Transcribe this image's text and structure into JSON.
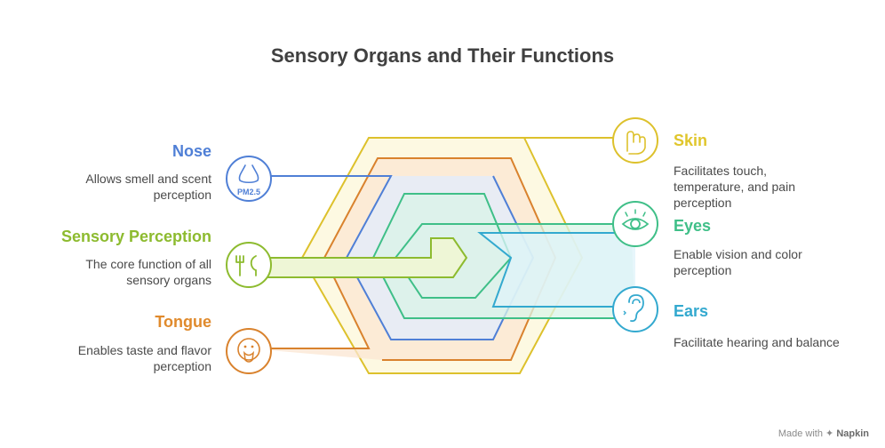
{
  "title": "Sensory Organs and Their Functions",
  "items": {
    "nose": {
      "label": "Nose",
      "desc": "Allows smell and scent perception",
      "icon_text": "PM2.5",
      "color": "#4f7fd6"
    },
    "perception": {
      "label": "Sensory Perception",
      "desc": "The core function of all sensory organs",
      "color": "#8dbb2f"
    },
    "tongue": {
      "label": "Tongue",
      "desc": "Enables taste and flavor perception",
      "color": "#e08a2c"
    },
    "skin": {
      "label": "Skin",
      "desc": "Facilitates touch, temperature, and pain perception",
      "color": "#e0c62c"
    },
    "eyes": {
      "label": "Eyes",
      "desc": "Enable vision and color perception",
      "color": "#3fbf88"
    },
    "ears": {
      "label": "Ears",
      "desc": "Facilitate hearing and balance",
      "color": "#33a9cf"
    }
  },
  "footer": {
    "prefix": "Made with",
    "brand": "Napkin"
  }
}
